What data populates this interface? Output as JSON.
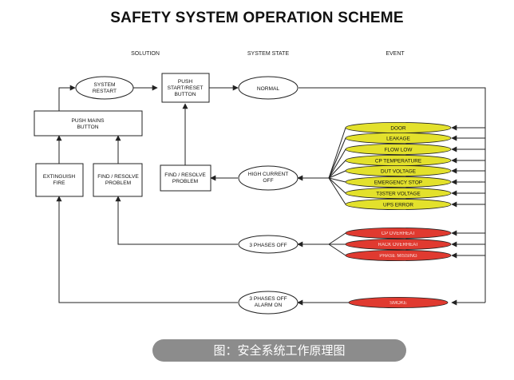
{
  "title": "SAFETY SYSTEM OPERATION SCHEME",
  "columns": {
    "solution": "SOLUTION",
    "state": "SYSTEM STATE",
    "event": "EVENT"
  },
  "nodes": {
    "system_restart": [
      "SYSTEM",
      "RESTART"
    ],
    "push_start": [
      "PUSH",
      "START/RESET",
      "BUTTON"
    ],
    "normal": [
      "NORMAL"
    ],
    "push_mains": [
      "PUSH MAINS",
      "BUTTON"
    ],
    "extinguish": [
      "EXTINGUISH",
      "FIRE"
    ],
    "find_resolve_1": [
      "FIND / RESOLVE",
      "PROBLEM"
    ],
    "find_resolve_2": [
      "FIND / RESOLVE",
      "PROBLEM"
    ],
    "high_current": [
      "HIGH CURRENT",
      "OFF"
    ],
    "phases_off": [
      "3 PHASES OFF"
    ],
    "phases_off_alarm": [
      "3 PHASES OFF",
      "ALARM ON"
    ]
  },
  "events_yellow": [
    "DOOR",
    "LEAKAGE",
    "FLOW LOW",
    "CP TEMPERATURE",
    "DUT VOLTAGE",
    "EMERGENCY STOP",
    "T3STER VOLTAGE",
    "UPS ERROR"
  ],
  "events_red": [
    "CP OVERHEAT",
    "RACK OVERHEAT",
    "PHASE MISSING"
  ],
  "event_smoke": "SMOKE",
  "caption": "图：安全系统工作原理图",
  "colors": {
    "yellow": "#e3e12c",
    "red": "#e03a30",
    "line": "#222222",
    "caption_bg": "#8c8c8c"
  }
}
